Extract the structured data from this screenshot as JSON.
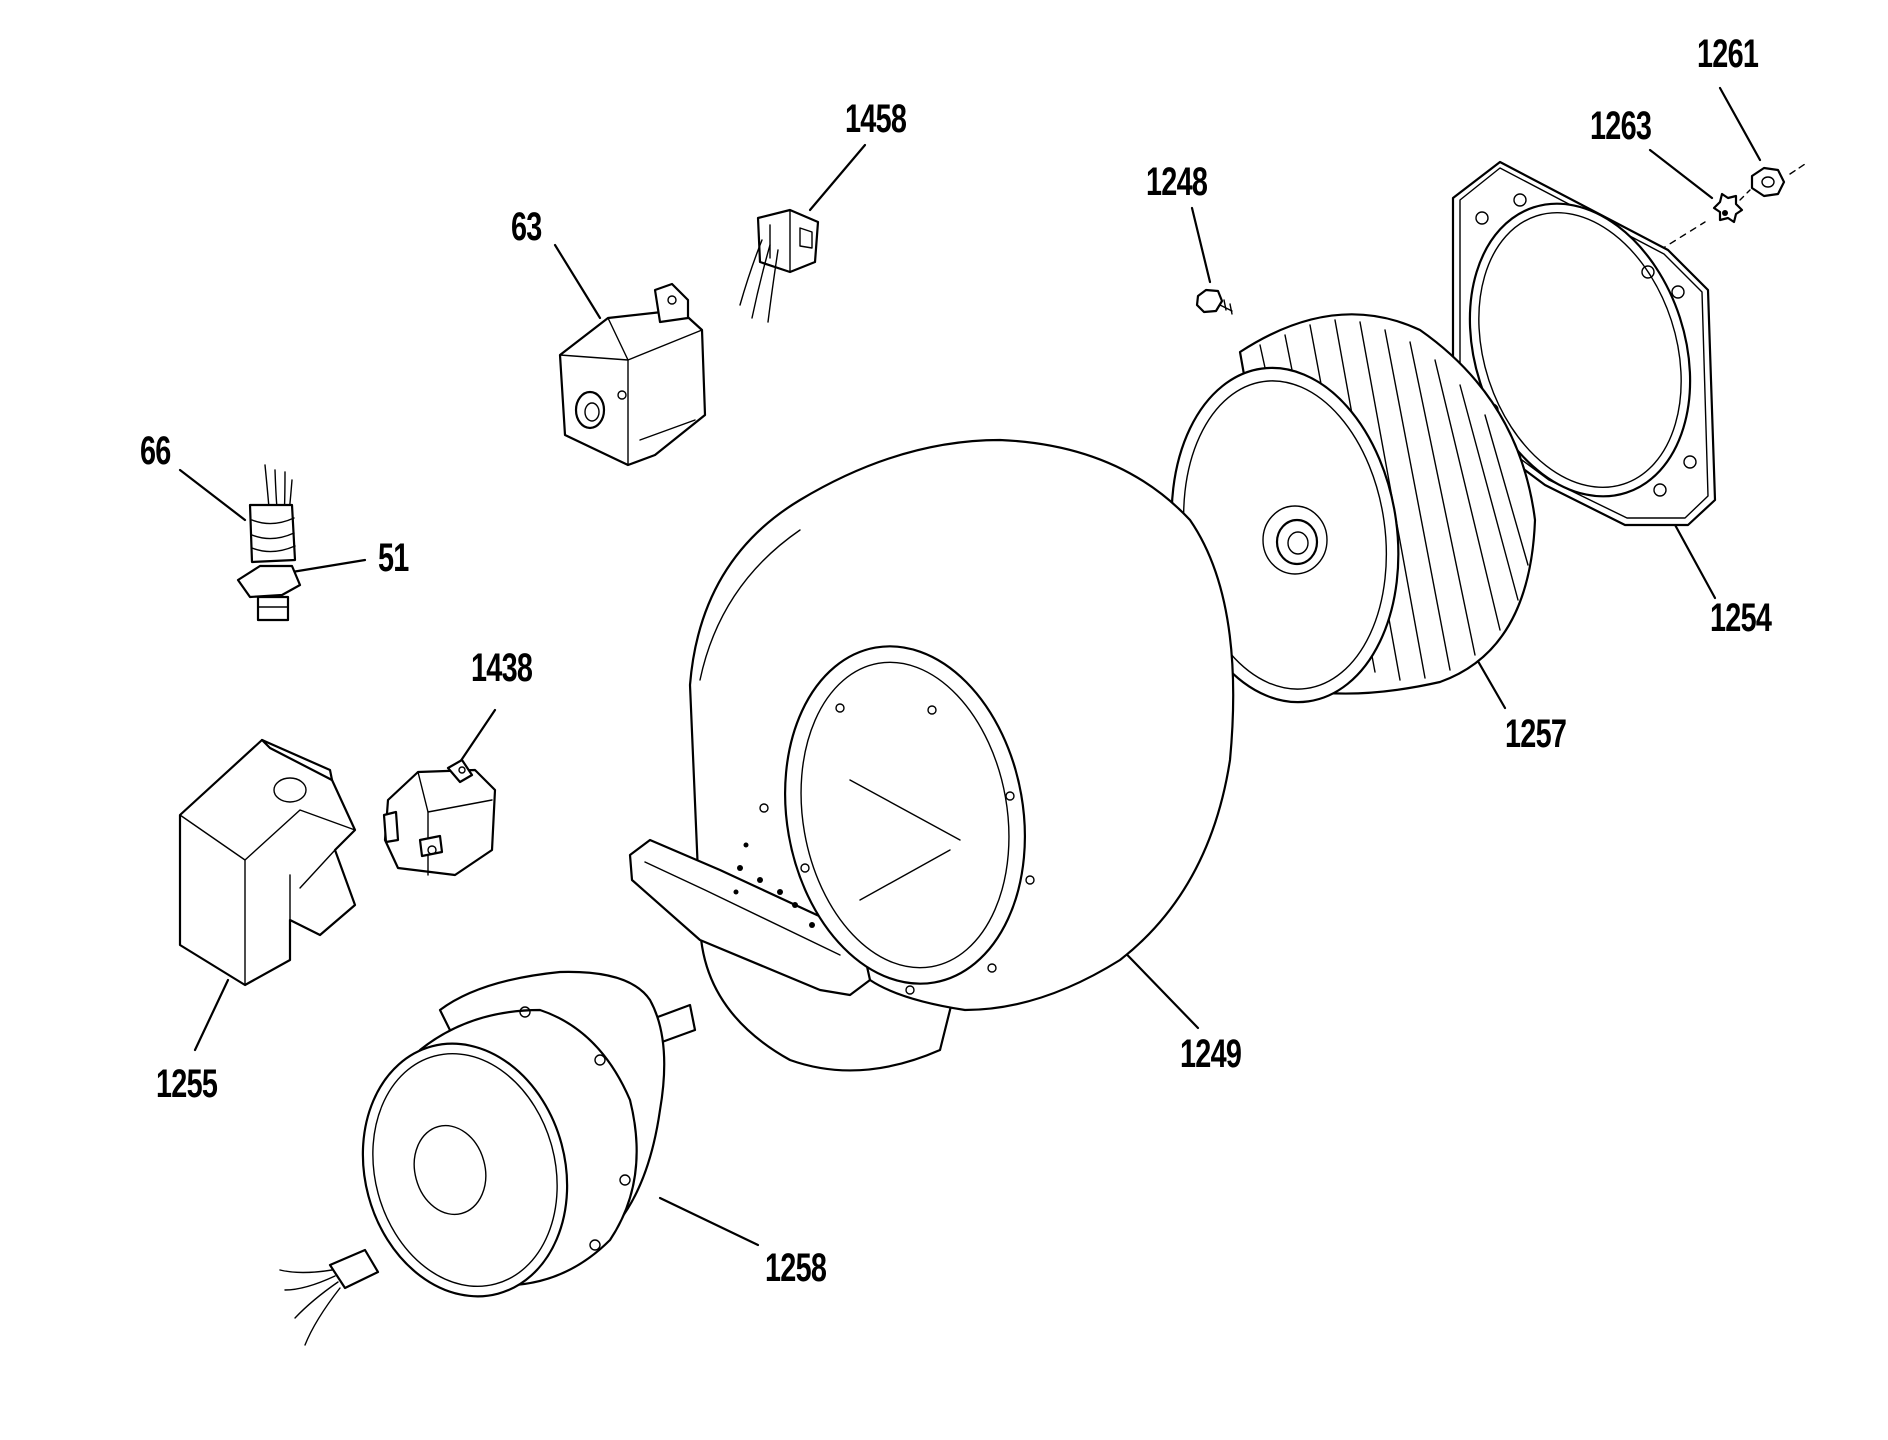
{
  "diagram": {
    "callouts": [
      {
        "id": "p1261",
        "label": "1261"
      },
      {
        "id": "p1263",
        "label": "1263"
      },
      {
        "id": "p1458",
        "label": "1458"
      },
      {
        "id": "p1248",
        "label": "1248"
      },
      {
        "id": "p63",
        "label": "63"
      },
      {
        "id": "p66",
        "label": "66"
      },
      {
        "id": "p51",
        "label": "51"
      },
      {
        "id": "p1438",
        "label": "1438"
      },
      {
        "id": "p1254",
        "label": "1254"
      },
      {
        "id": "p1257",
        "label": "1257"
      },
      {
        "id": "p1255",
        "label": "1255"
      },
      {
        "id": "p1249",
        "label": "1249"
      },
      {
        "id": "p1258",
        "label": "1258"
      }
    ]
  }
}
